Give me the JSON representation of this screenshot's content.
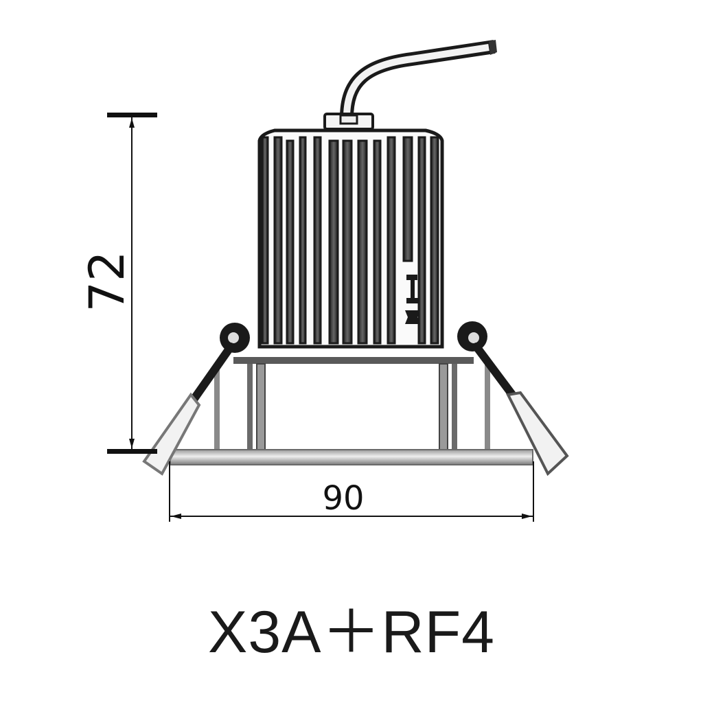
{
  "drawing": {
    "subject": "recessed downlight with finned heatsink, cable and spring clips",
    "dimensions": {
      "height": {
        "value": "72",
        "orientation": "vertical"
      },
      "width": {
        "value": "90",
        "orientation": "horizontal"
      }
    },
    "colors": {
      "line": "#1a1a1a",
      "metal": "#8a8a8a",
      "background": "#ffffff"
    }
  },
  "caption": {
    "model": "X3A+RF4",
    "model_display": "X3A＋RF4"
  }
}
